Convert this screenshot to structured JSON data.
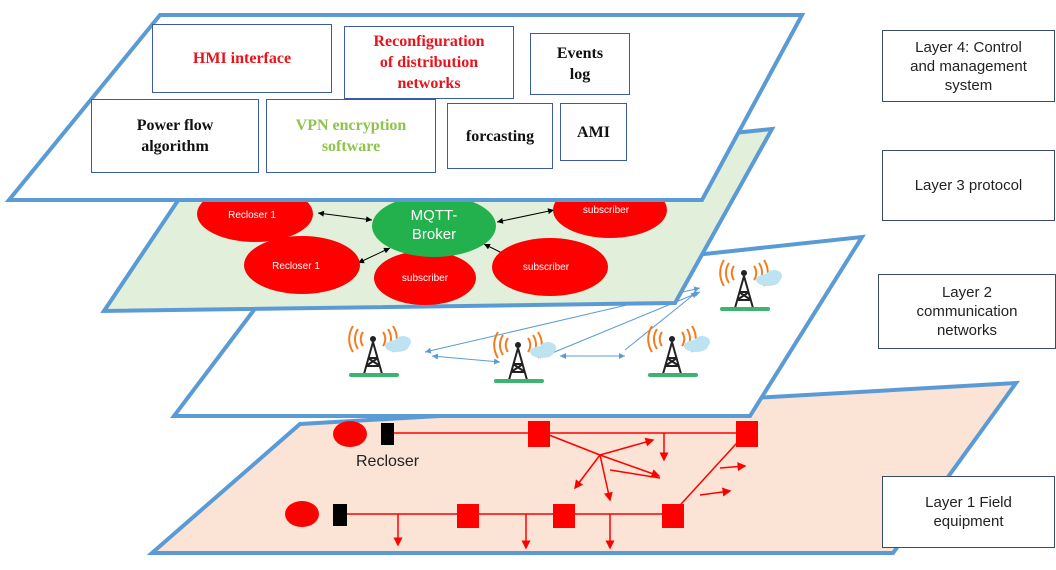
{
  "layer_labels": {
    "layer4": "Layer 4: Control\nand management\nsystem",
    "layer3": "Layer 3 protocol",
    "layer2": "Layer 2\ncommunication\nnetworks",
    "layer1": "Layer 1 Field\nequipment"
  },
  "layer4_boxes": {
    "hmi": "HMI interface",
    "reconfig": "Reconfiguration\nof distribution\nnetworks",
    "events": "Events\nlog",
    "powerflow": "Power flow\nalgorithm",
    "vpn": "VPN encryption\nsoftware",
    "forecasting": "forcasting",
    "ami": "AMI"
  },
  "layer3_nodes": {
    "broker": "MQTT-\nBroker",
    "recloser_top": "Recloser 1",
    "recloser_bottom": "Recloser 1",
    "subscriber_right": "subscriber",
    "subscriber_center": "subscriber",
    "subscriber_mid": "subscriber"
  },
  "layer1": {
    "recloser_label": "Recloser"
  },
  "colors": {
    "plane_border": "#5b9bd5",
    "layer3_fill": "#e2efda",
    "layer1_fill": "#fbe3d6",
    "node_red": "#ff0000",
    "broker_green": "#22b14c",
    "red_text": "#e8141b",
    "green_text": "#8fc44a",
    "tower_signal": "#f47c20",
    "cloud": "#bde3f2"
  }
}
